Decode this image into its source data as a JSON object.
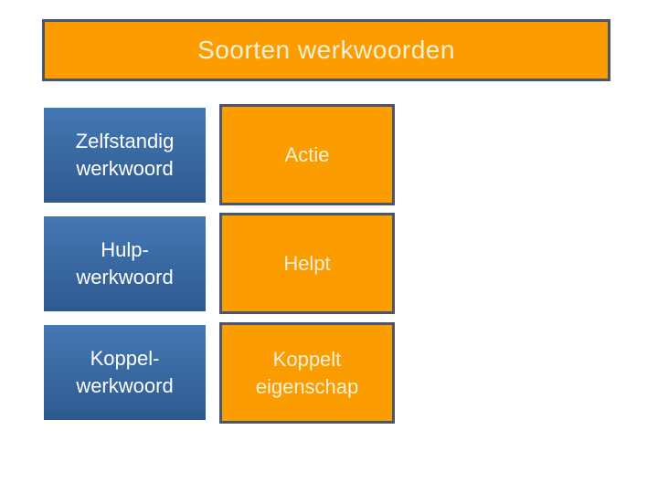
{
  "slide": {
    "title": "Soorten werkwoorden",
    "rows": [
      {
        "term": "Zelfstandig\nwerkwoord",
        "definition": "Actie"
      },
      {
        "term": "Hulp-\nwerkwoord",
        "definition": "Helpt"
      },
      {
        "term": "Koppel-\nwerkwoord",
        "definition": "Koppelt\neigenschap"
      }
    ]
  },
  "colors": {
    "accent_orange": "#fb9d00",
    "box_border": "#47566b",
    "blue_gradient_top": "#4478b4",
    "blue_gradient_bottom": "#2e598f",
    "title_text": "#faf0d8",
    "term_text": "#ffffff",
    "definition_text": "#faf0d8",
    "background": "#ffffff"
  }
}
